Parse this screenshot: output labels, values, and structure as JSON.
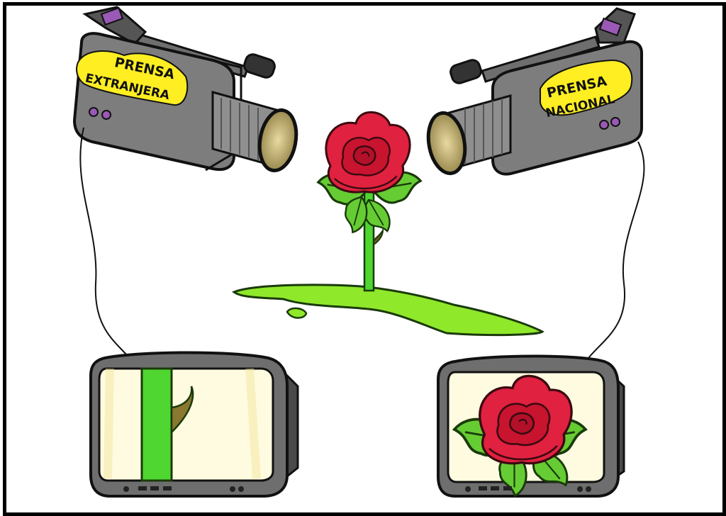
{
  "cartoon": {
    "left_camera": {
      "label_line1": "PRENSA",
      "label_line2": "EXTRANJERA",
      "label_color": "#ffee22",
      "body_color": "#7d7d7d"
    },
    "right_camera": {
      "label_line1": "PRENSA",
      "label_line2": "NACIONAL",
      "label_color": "#ffee22",
      "body_color": "#7d7d7d"
    },
    "center": {
      "subject": "rose-on-stem",
      "ground": "green-puddle",
      "rose_color": "#e0213f",
      "leaf_color": "#66cc33",
      "stem_color": "#4fd630"
    },
    "left_tv": {
      "shows": "stem-with-thorn",
      "screen_color": "#fffbe0"
    },
    "right_tv": {
      "shows": "rose-bloom",
      "screen_color": "#fffbe0"
    }
  }
}
